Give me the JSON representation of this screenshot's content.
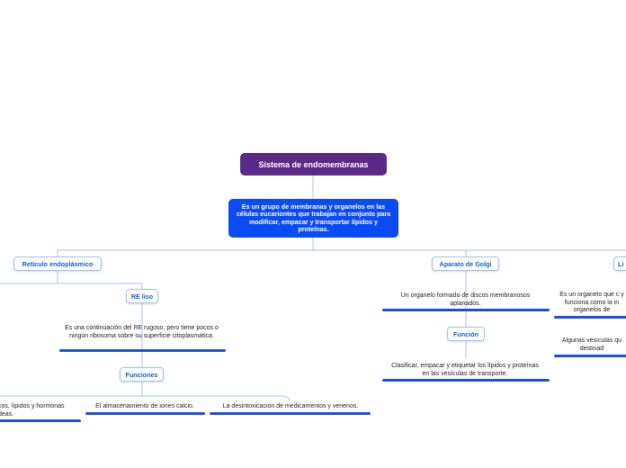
{
  "root": {
    "label": "Sistema de endomembranas"
  },
  "definition": {
    "text": "Es un grupo de membranas y organelos en las células eucariontes que trabajan en conjunto para modificar, empacar y transportar lípidos y proteínas."
  },
  "reticulo": {
    "label": "Retículo endoplásmico",
    "re_liso": {
      "label": "RE liso",
      "desc": "Es una continuación del RE rugoso, pero tiene pocos o ningún ribosoma sobre su superficie citoplasmática.",
      "funciones": {
        "label": "Funciones",
        "items": [
          "cos, lípidos y hormonas deas.",
          "El almacenamiento de iones calcio.",
          "La desintoxicación de medicamentos y venenos."
        ]
      }
    }
  },
  "golgi": {
    "label": "Aparato de Golgi",
    "desc": "Un organelo formado de discos membranosos aplanados.",
    "funcion": {
      "label": "Función",
      "desc": "Clasificar, empacar y etiquetar los lípidos y proteínas en las vesículas de transporte."
    }
  },
  "lisosomas": {
    "label": "Li",
    "desc": "Es un organelo que c y funciona como la in organelos de",
    "desc2": "Algunas vesículas qu destinad"
  }
}
